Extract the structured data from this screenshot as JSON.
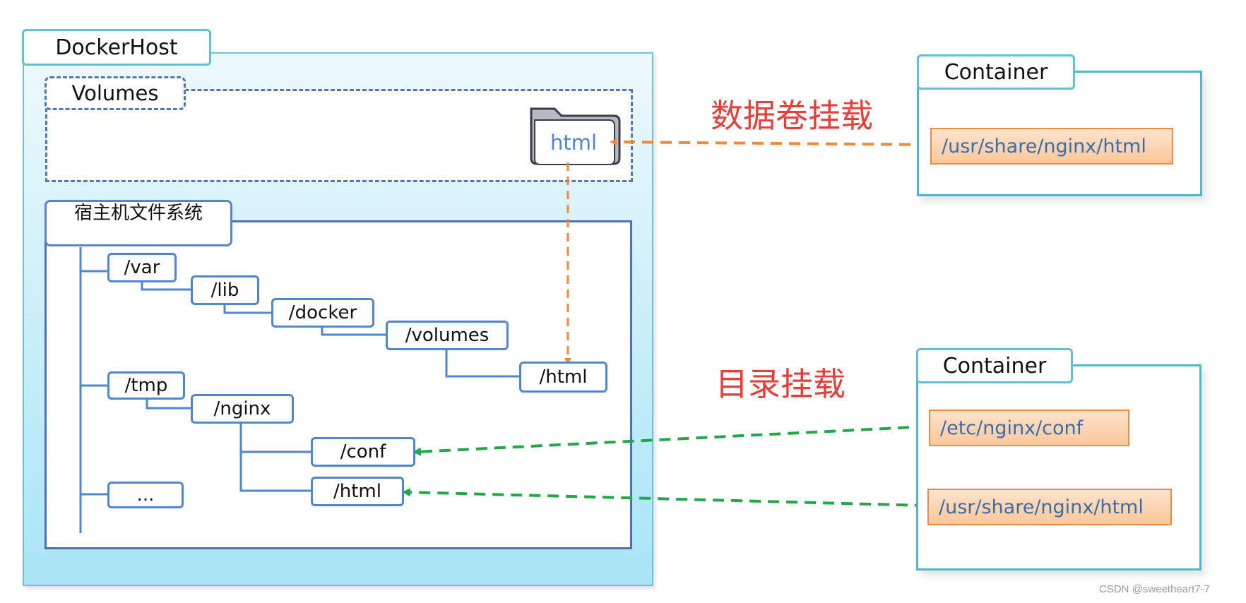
{
  "docker_host": {
    "title": "DockerHost",
    "volumes_label": "Volumes",
    "volume_folder_label": "html",
    "host_fs_label": "宿主机文件系统",
    "tree": {
      "var": "/var",
      "lib": "/lib",
      "docker": "/docker",
      "volumes": "/volumes",
      "vol_html": "/html",
      "tmp": "/tmp",
      "nginx": "/nginx",
      "conf": "/conf",
      "nginx_html": "/html",
      "ellipsis": "..."
    }
  },
  "containers": [
    {
      "title": "Container",
      "paths": [
        "/usr/share/nginx/html"
      ]
    },
    {
      "title": "Container",
      "paths": [
        "/etc/nginx/conf",
        "/usr/share/nginx/html"
      ]
    }
  ],
  "mount_types": {
    "volume_mount": "数据卷挂载",
    "directory_mount": "目录挂载"
  },
  "colors": {
    "volume_arrow": "#ef8a3c",
    "directory_arrow": "#22a84a",
    "tree_line": "#4f86d0",
    "mount_label": "#e4403b"
  },
  "credit": "CSDN @sweetheart7-7"
}
